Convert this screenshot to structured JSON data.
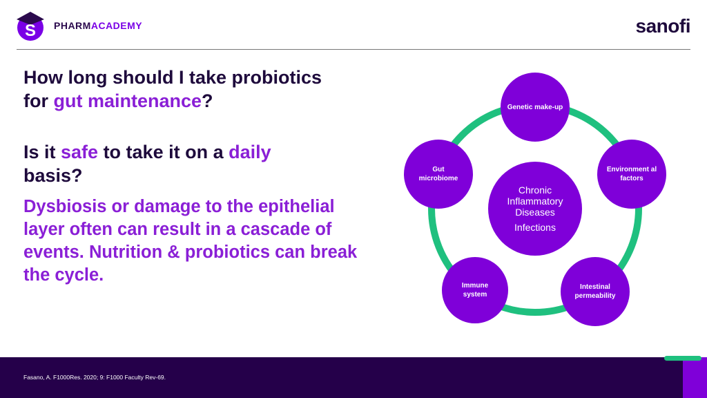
{
  "header": {
    "logo_part1": "PHARM",
    "logo_part2": "ACADEMY",
    "brand": "sanofi"
  },
  "title": {
    "line1": "How long should I take probiotics",
    "line2_pre": "for ",
    "line2_hl": "gut maintenance",
    "line2_post": "?"
  },
  "question2": {
    "pre": "Is it ",
    "hl1": "safe",
    "mid": " to take it on a ",
    "hl2": "daily",
    "post": " basis?"
  },
  "body_text": "Dysbiosis or damage to the epithelial layer often can result in a cascade of events. Nutrition & probiotics can break the cycle.",
  "diagram": {
    "center": {
      "line1": "Chronic Inflammatory Diseases",
      "line2": "Infections"
    },
    "nodes": [
      "Genetic make-up",
      "Environment al factors",
      "Intestinal permeability",
      "Immune system",
      "Gut microbiome"
    ]
  },
  "footer": {
    "citation": "Fasano, A. F1000Res. 2020; 9: F1000 Faculty Rev-69."
  },
  "colors": {
    "purple": "#7f00d9",
    "dark": "#25004a",
    "green": "#1fc07f"
  }
}
